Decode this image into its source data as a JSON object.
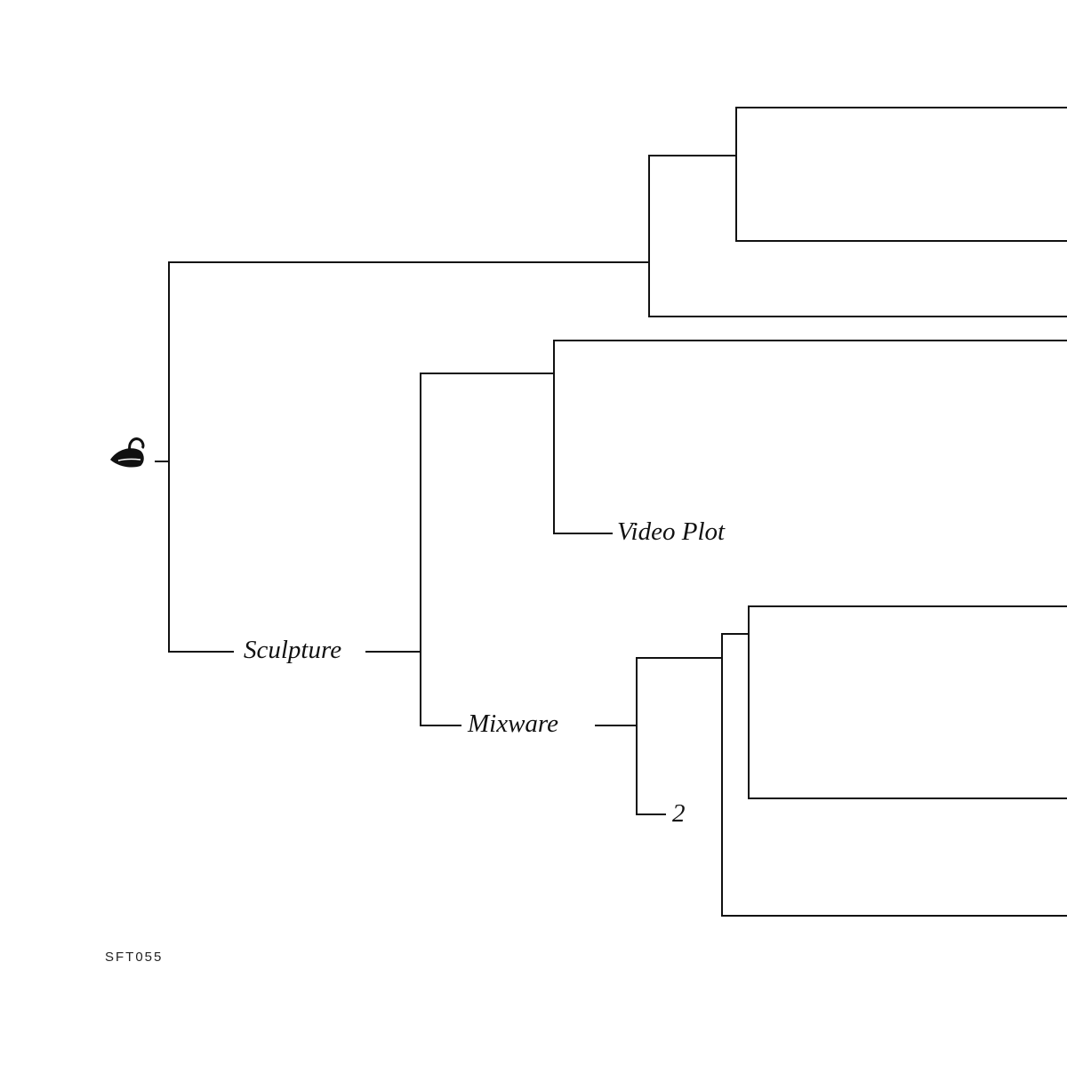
{
  "labels": {
    "sculpture": "Sculpture",
    "mixware": "Mixware",
    "video_plot": "Video Plot",
    "two": "2"
  },
  "catalog_number": "SFT055",
  "logo": {
    "icon": "swan-icon",
    "color": "#111111"
  }
}
